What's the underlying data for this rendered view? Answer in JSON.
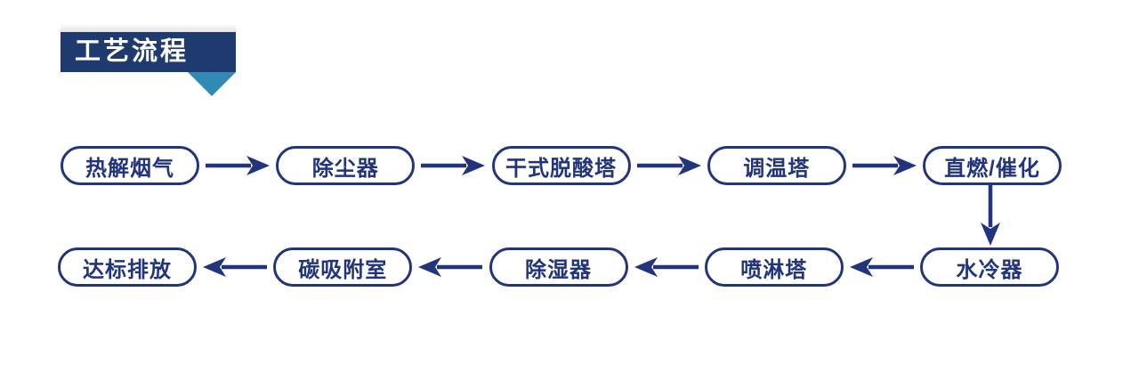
{
  "header": {
    "title": "工艺流程"
  },
  "colors": {
    "banner": "#1e3a6e",
    "ribbon": "#3189b5",
    "flow": "#22347c",
    "background": "#ffffff"
  },
  "flow": {
    "row1": {
      "arrow_direction": "right",
      "nodes": [
        {
          "label": "热解烟气"
        },
        {
          "label": "除尘器"
        },
        {
          "label": "干式脱酸塔"
        },
        {
          "label": "调温塔"
        },
        {
          "label": "直燃/催化"
        }
      ]
    },
    "connector": {
      "arrow_direction": "down",
      "from": "直燃/催化",
      "to": "水冷器"
    },
    "row2": {
      "arrow_direction": "left",
      "nodes": [
        {
          "label": "达标排放"
        },
        {
          "label": "碳吸附室"
        },
        {
          "label": "除湿器"
        },
        {
          "label": "喷淋塔"
        },
        {
          "label": "水冷器"
        }
      ]
    }
  }
}
